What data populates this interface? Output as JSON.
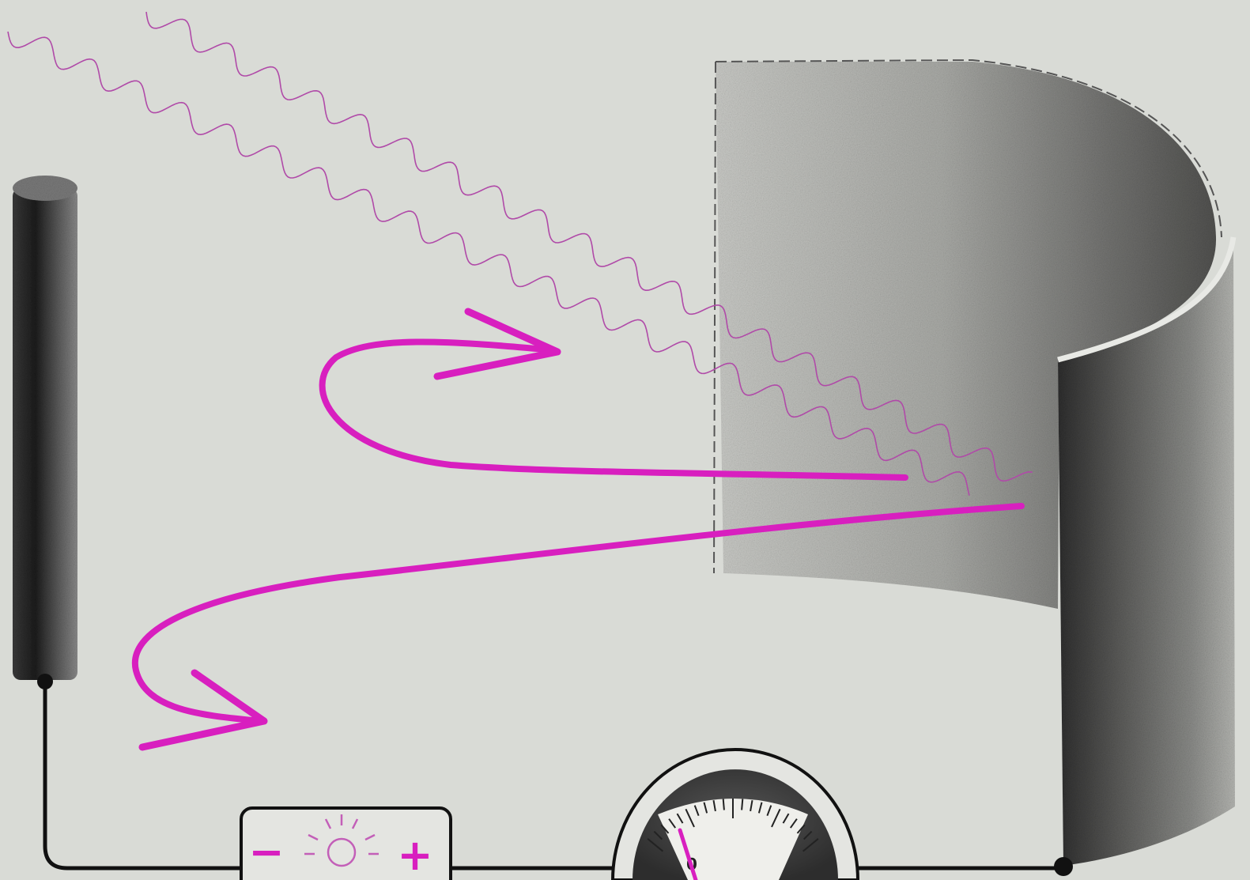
{
  "colors": {
    "background": "#d9dbd6",
    "photon_wave": "#b04aa8",
    "electron_path": "#d81fbf",
    "metal_dark": "#2b2b2b",
    "wire": "#111111"
  },
  "battery": {
    "negative_label": "−",
    "positive_label": "+",
    "icon": "light-bulb-icon"
  },
  "meter": {
    "zero_label": "0",
    "icon": "ammeter-dial-icon"
  },
  "components": {
    "anode": "metal-rod-icon",
    "cathode": "curved-metal-plate-icon",
    "light": "wavy-light-rays",
    "electrons": "electron-trajectory-arrows"
  }
}
